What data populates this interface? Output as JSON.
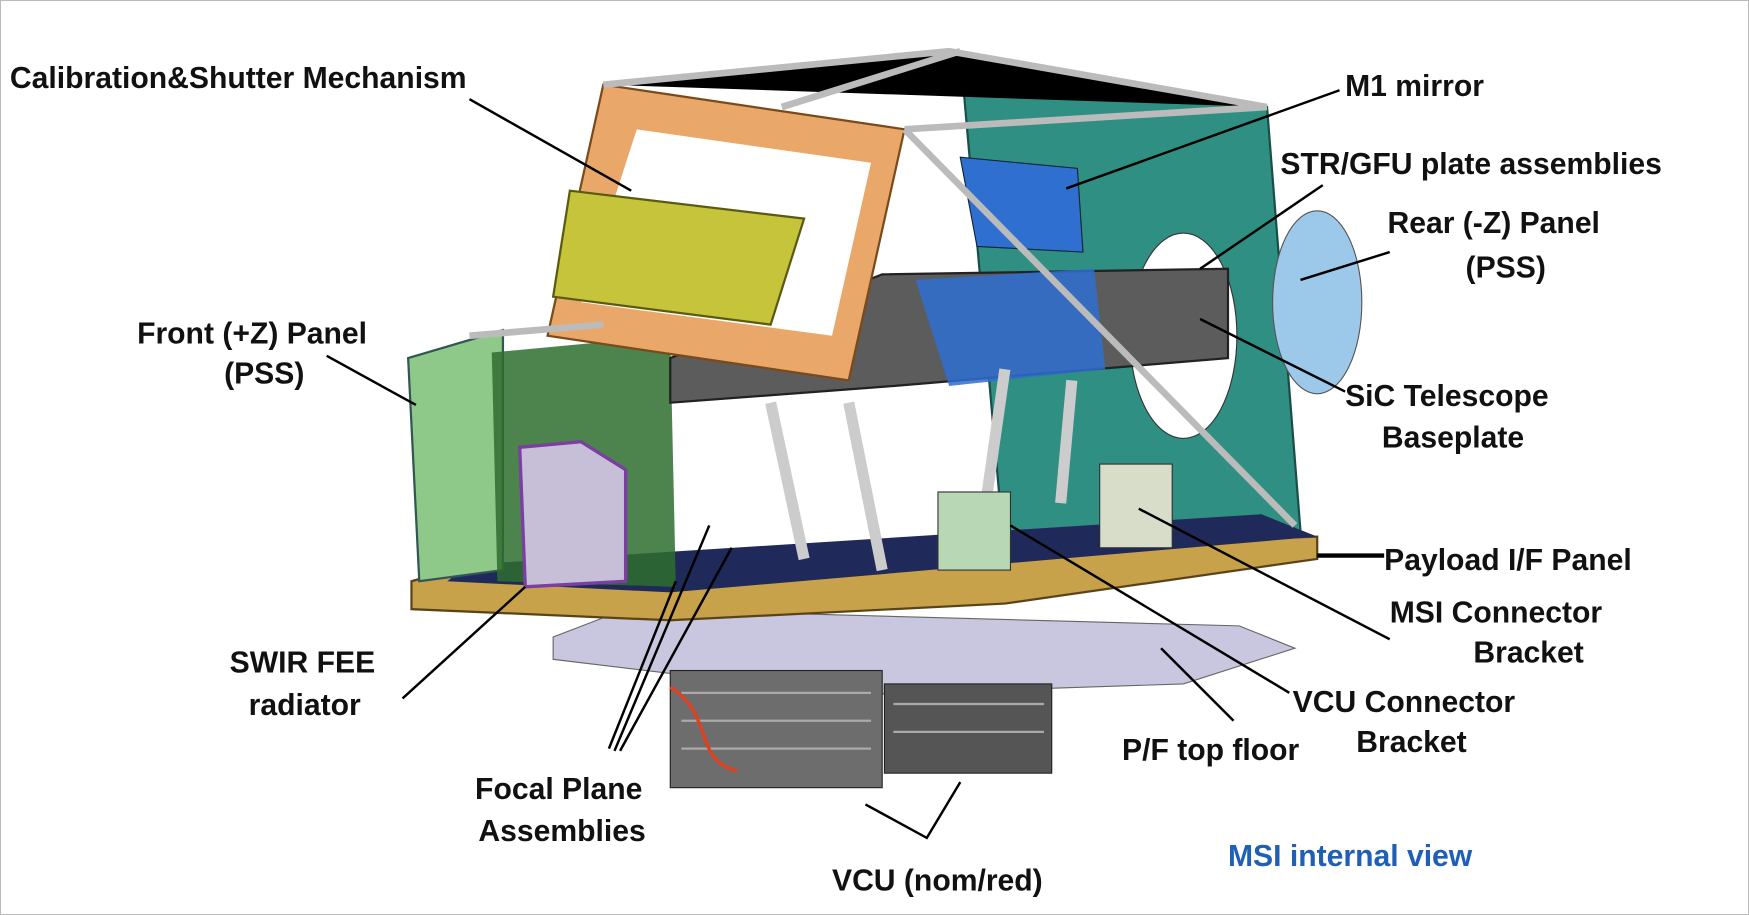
{
  "caption": "MSI internal view",
  "colors": {
    "caption": "#1f5fb4",
    "frame": "#e9a86a",
    "panel": "#2f8f83",
    "base": "#c8a24a",
    "floor": "#c9c6e0",
    "front_panel": "#8fc98a",
    "plate": "#c6c43a",
    "mirror": "#2f6fd0"
  },
  "labels": {
    "calibration": "Calibration&Shutter Mechanism",
    "m1": "M1 mirror",
    "str_gfu": "STR/GFU plate assemblies",
    "rear_panel_1": "Rear (-Z) Panel",
    "rear_panel_2": "(PSS)",
    "front_panel_1": "Front (+Z) Panel",
    "front_panel_2": "(PSS)",
    "sic_1": "SiC Telescope",
    "sic_2": "Baseplate",
    "payload_if": "Payload I/F Panel",
    "msi_conn_1": "MSI Connector",
    "msi_conn_2": "Bracket",
    "vcu_conn_1": "VCU Connector",
    "vcu_conn_2": "Bracket",
    "pf_floor": "P/F top floor",
    "swir_1": "SWIR FEE",
    "swir_2": "radiator",
    "fpa_1": "Focal Plane",
    "fpa_2": "Assemblies",
    "vcu": "VCU (nom/red)"
  }
}
